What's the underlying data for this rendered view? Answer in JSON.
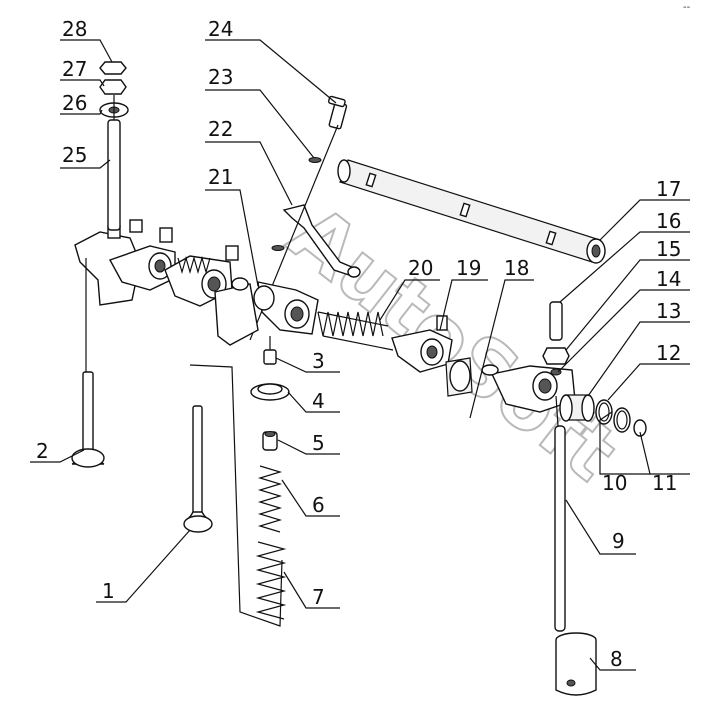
{
  "diagram": {
    "watermark": "AutoSoft",
    "corner_mark": "-- ",
    "callouts": [
      "1",
      "2",
      "3",
      "4",
      "5",
      "6",
      "7",
      "8",
      "9",
      "10",
      "11",
      "12",
      "13",
      "14",
      "15",
      "16",
      "17",
      "18",
      "19",
      "20",
      "21",
      "22",
      "23",
      "24",
      "25",
      "26",
      "27",
      "28"
    ]
  }
}
